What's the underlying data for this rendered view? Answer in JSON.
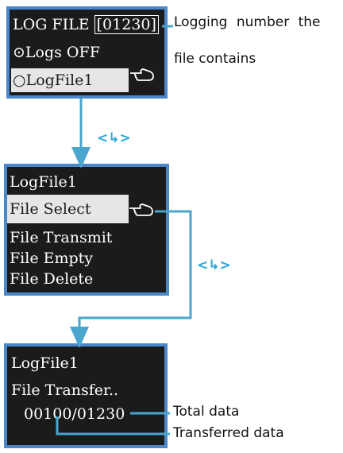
{
  "screen1": {
    "title": "LOG FILE",
    "count": "[01230]",
    "option_off": "⊙Logs OFF",
    "option_file": "○LogFile1"
  },
  "screen2": {
    "title": "LogFile1",
    "menu": [
      "File Select",
      "File Transmit",
      "File Empty",
      "File Delete"
    ]
  },
  "screen3": {
    "title": "LogFile1",
    "status": "File Transfer..",
    "progress": "00100/01230"
  },
  "annotations": {
    "logging_number_line1": "Logging number the",
    "logging_number_line2": "file contains",
    "enter_key_1": "<↳>",
    "enter_key_2": "<↳>",
    "total_data": "Total data",
    "transferred_data": "Transferred data"
  },
  "colors": {
    "frame": "#4a88c9",
    "screen_bg": "#1b1b1b",
    "connector": "#4aa6cf",
    "key_label": "#2aa8d6"
  }
}
